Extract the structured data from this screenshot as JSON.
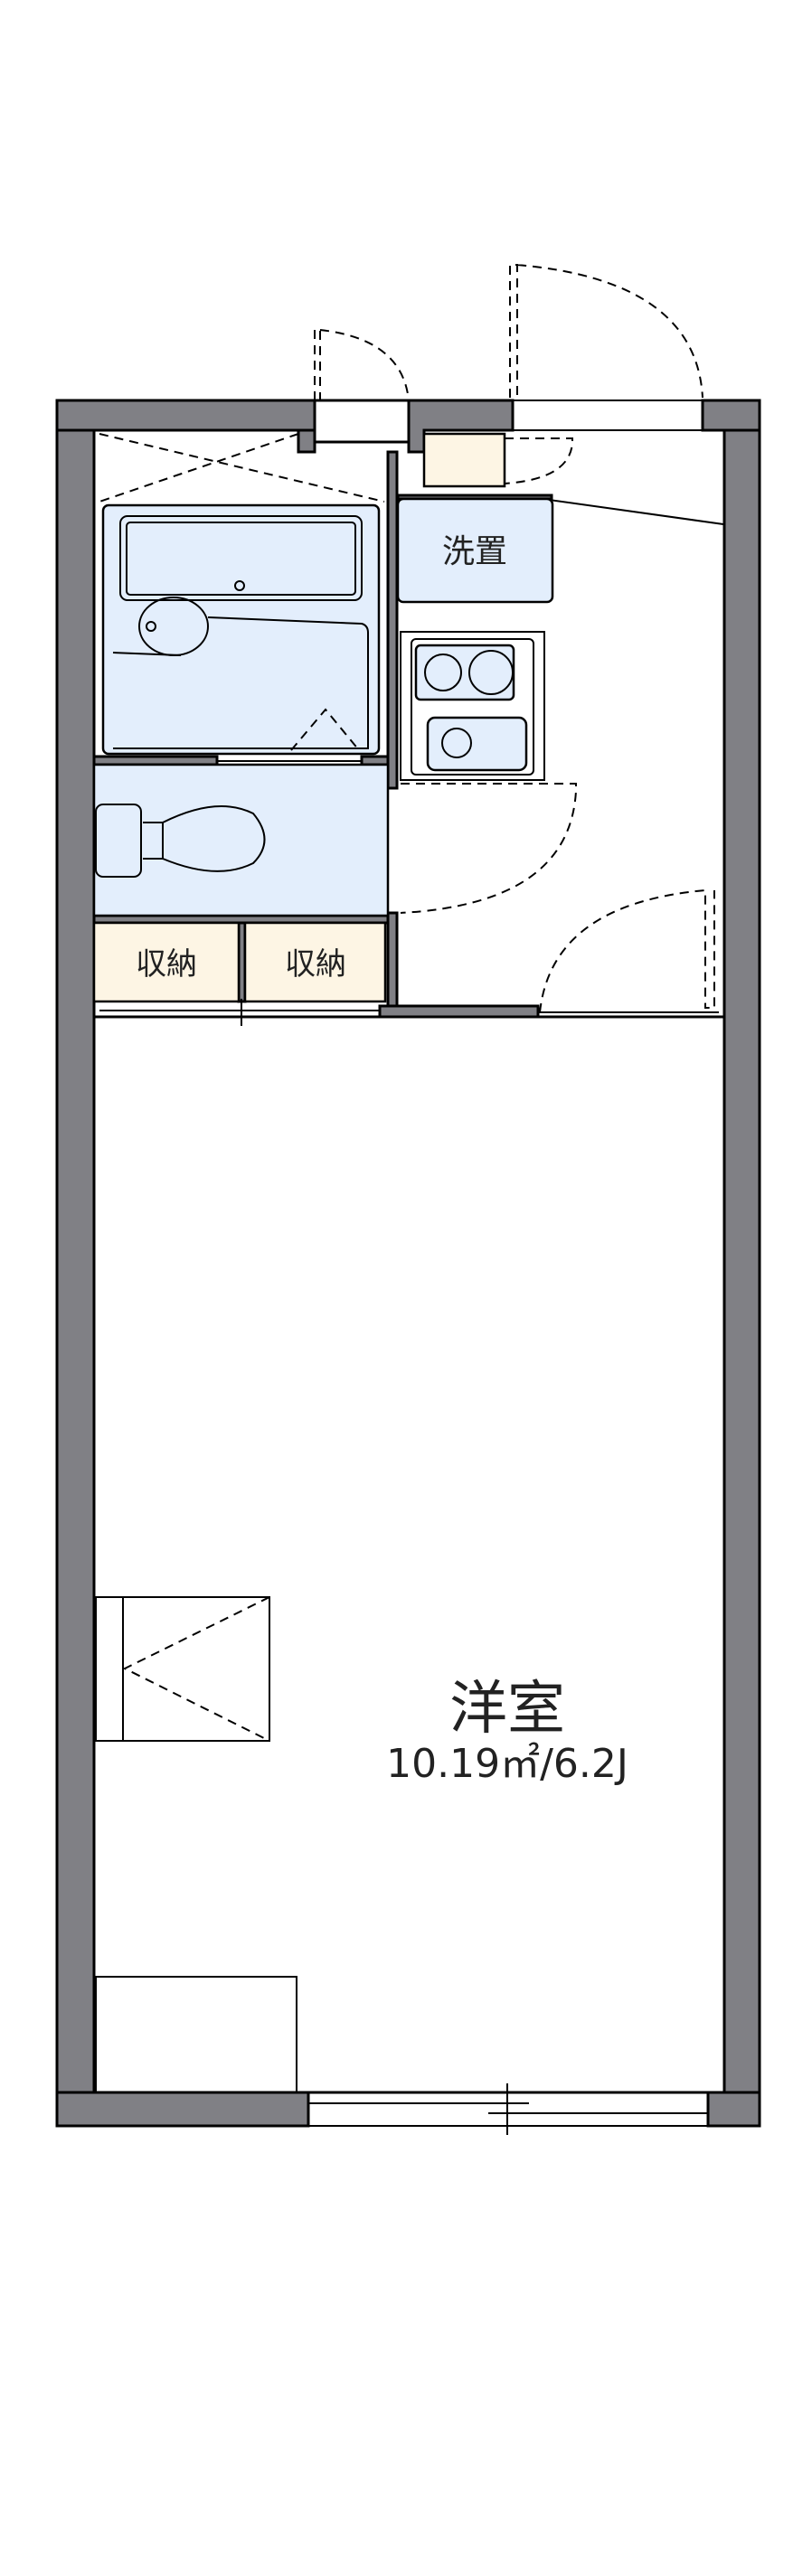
{
  "floorplan": {
    "rooms": {
      "washer_space": "洗置",
      "storage_1": "収納",
      "storage_2": "収納",
      "main_room_name": "洋室",
      "main_room_area": "10.19㎡/6.2J"
    },
    "colors": {
      "wall": "#808085",
      "wet_area": "#e3eefc",
      "storage": "#fdf5e4"
    }
  }
}
